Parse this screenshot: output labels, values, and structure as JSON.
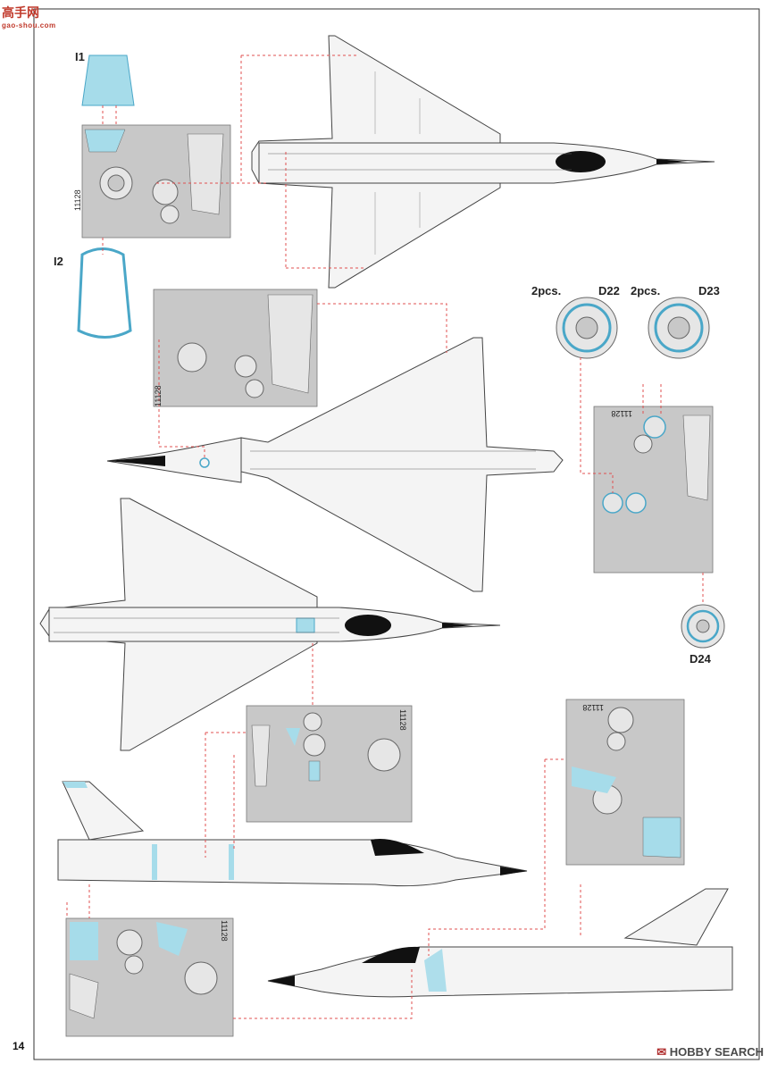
{
  "watermark": {
    "main": "高手网",
    "sub": "gao-shou.com"
  },
  "part_labels": {
    "i1": "I1",
    "i2": "I2",
    "d22_qty": "2pcs.",
    "d22": "D22",
    "d23_qty": "2pcs.",
    "d23": "D23",
    "d24": "D24"
  },
  "fret_numbers": {
    "a": "11128",
    "b": "11128",
    "c": "11128",
    "d": "11128",
    "e": "11128",
    "f": "11128"
  },
  "page_number": "14",
  "footer_brand": {
    "mark": "✉",
    "name": "HOBBY SEARCH"
  },
  "colors": {
    "pe_fret": "#c8c8c8",
    "film_blue": "#a6dcea",
    "aircraft_fill": "#f4f4f4",
    "leader_line": "#e05050",
    "border": "#333333"
  }
}
